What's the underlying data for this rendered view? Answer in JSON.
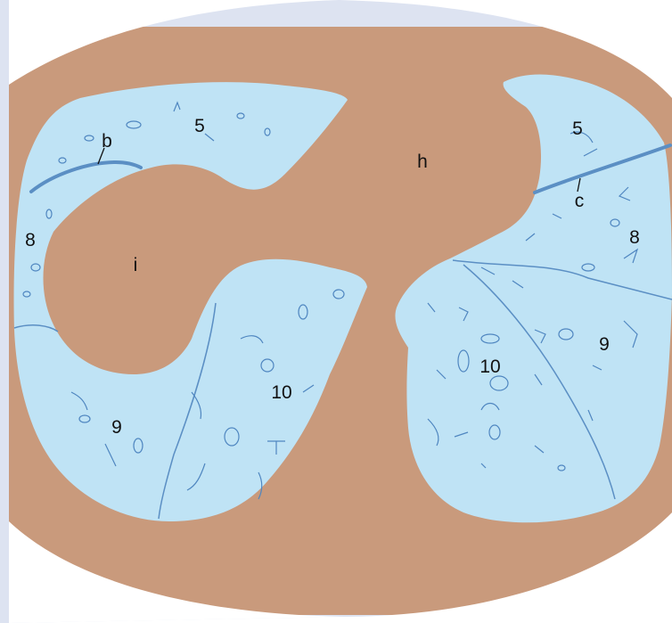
{
  "diagram": {
    "colors": {
      "background": "#dde3f1",
      "body_tissue": "#c99a7c",
      "lung": "#bfe3f5",
      "fissure": "#5b8fc4",
      "vessel_outline": "#4f86c0",
      "label_text": "#111111"
    },
    "labels": {
      "right_segment_5": "5",
      "right_segment_8": "8",
      "right_segment_9": "9",
      "right_segment_10": "10",
      "left_segment_5": "5",
      "left_segment_8": "8",
      "left_segment_9": "9",
      "left_segment_10": "10",
      "fissure_b": "b",
      "fissure_c": "c",
      "heart_h": "h",
      "liver_i": "i"
    }
  }
}
